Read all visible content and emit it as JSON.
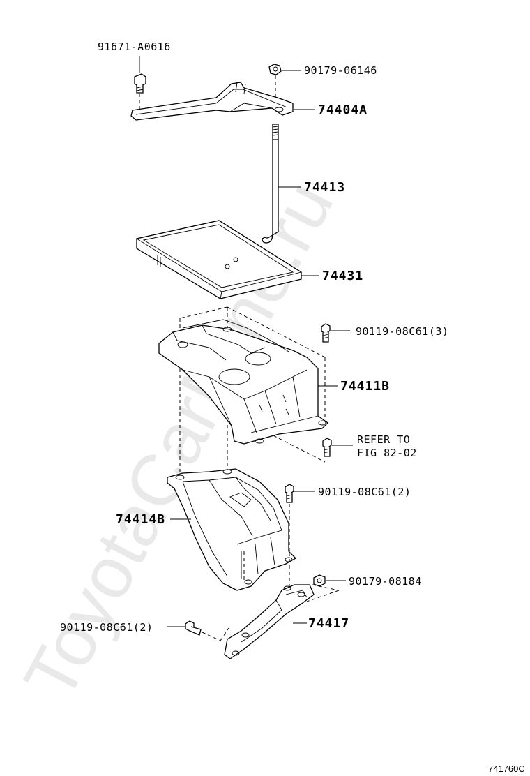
{
  "watermark": "ToyotaCarMine.ru",
  "diagram_code": "741760C",
  "parts": {
    "p91671": "91671-A0616",
    "p90179a": "90179-06146",
    "p74404a": "74404A",
    "p74413": "74413",
    "p74431": "74431",
    "p90119_3": "90119-08C61(3)",
    "p74411b": "74411B",
    "refer_line1": "REFER TO",
    "refer_line2": "FIG 82-02",
    "p90119_2a": "90119-08C61(2)",
    "p74414b": "74414B",
    "p90179b": "90179-08184",
    "p90119_2b": "90119-08C61(2)",
    "p74417": "74417"
  }
}
